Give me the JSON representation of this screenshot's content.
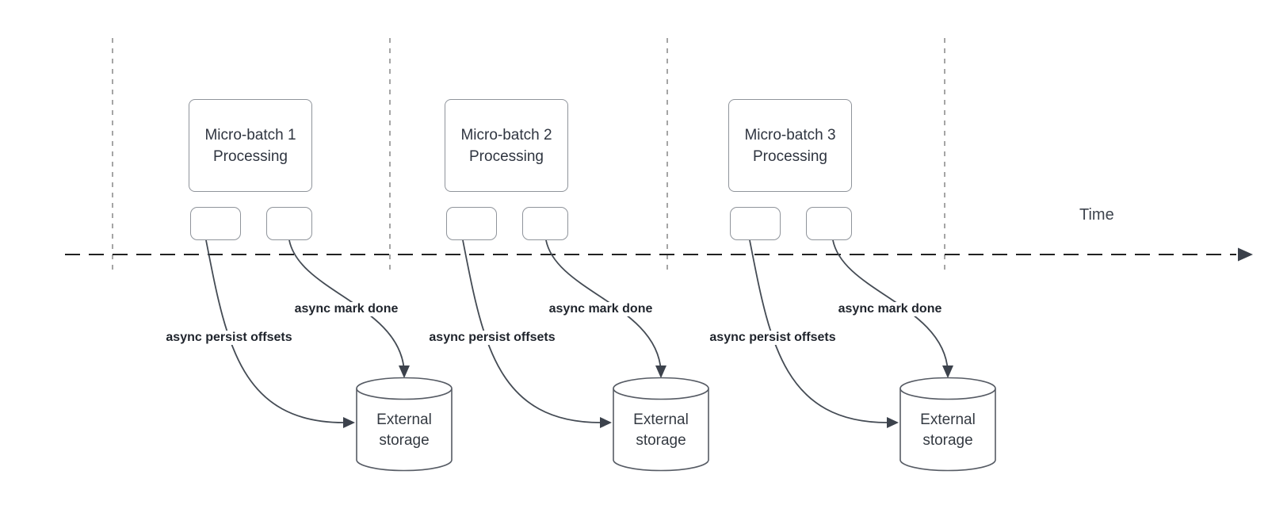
{
  "diagram": {
    "time_label": "Time",
    "batches": [
      {
        "title": "Micro-batch 1",
        "subtitle": "Processing",
        "persist_label": "async persist offsets",
        "done_label": "async mark done",
        "storage_line1": "External",
        "storage_line2": "storage"
      },
      {
        "title": "Micro-batch 2",
        "subtitle": "Processing",
        "persist_label": "async persist offsets",
        "done_label": "async mark done",
        "storage_line1": "External",
        "storage_line2": "storage"
      },
      {
        "title": "Micro-batch 3",
        "subtitle": "Processing",
        "persist_label": "async persist offsets",
        "done_label": "async mark done",
        "storage_line1": "External",
        "storage_line2": "storage"
      }
    ],
    "colors": {
      "box_border": "#8f949b",
      "cylinder_stroke": "#565b64",
      "arrow_stroke": "#444b54",
      "timeline": "#222222",
      "gridline": "#a5a5a5",
      "text": "#2f3540"
    }
  }
}
